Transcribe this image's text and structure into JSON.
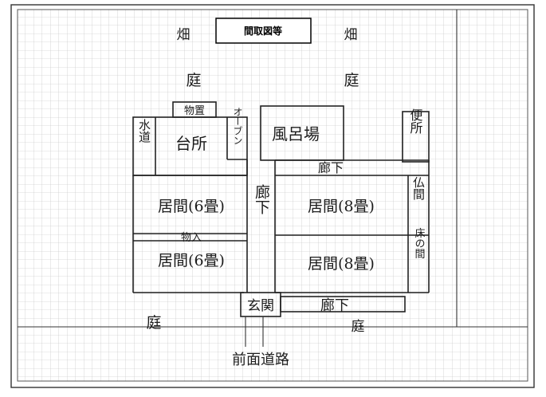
{
  "title": "間取図等",
  "labels": {
    "field_left": "畑",
    "field_right": "畑",
    "garden_top_left": "庭",
    "garden_top_right": "庭",
    "garden_bottom_left": "庭",
    "garden_bottom_right": "庭",
    "storage": "物置",
    "water": "水道",
    "kitchen": "台所",
    "oven": "オーブン",
    "bath": "風呂場",
    "toilet": "便所",
    "corridor_top": "廊下",
    "corridor_mid": "廊下",
    "corridor_bottom": "廊下",
    "room_6_upper": "居間(6畳)",
    "room_8_upper": "居間(8畳)",
    "room_6_lower": "居間(6畳)",
    "room_8_lower": "居間(8畳)",
    "closet_side": "仏間",
    "tokonoma": "床の間",
    "closet_storage": "物入",
    "entrance": "玄関",
    "road": "前面道路"
  }
}
